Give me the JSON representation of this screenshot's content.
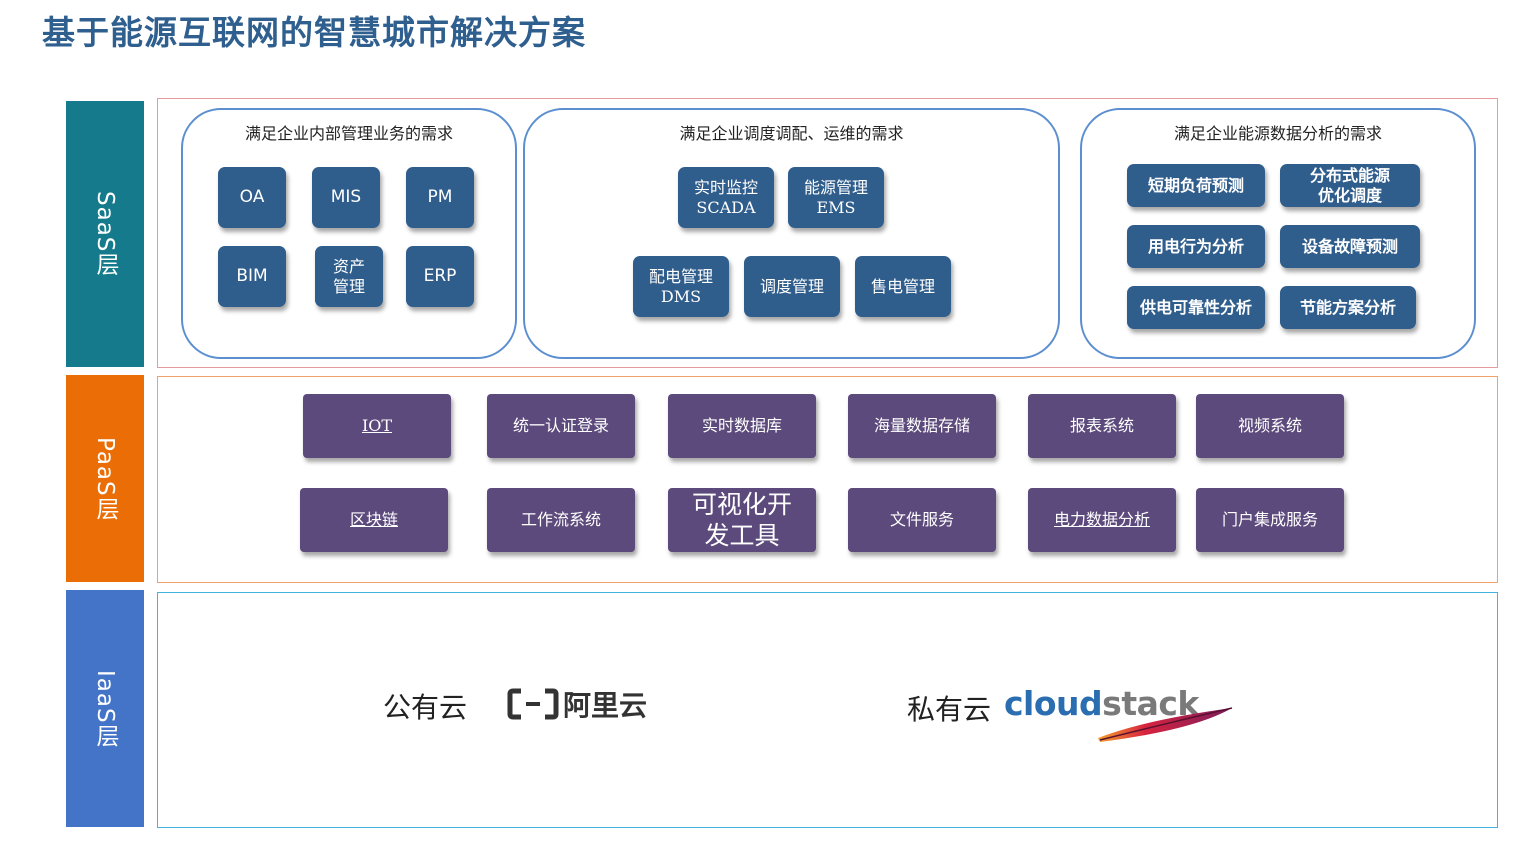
{
  "title": "基于能源互联网的智慧城市解决方案",
  "layers": {
    "saas": "SaaS层",
    "paas": "PaaS层",
    "iaas": "IaaS层"
  },
  "saas": {
    "group1": {
      "title": "满足企业内部管理业务的需求",
      "items": [
        "OA",
        "MIS",
        "PM",
        "BIM",
        "资产\n管理",
        "ERP"
      ]
    },
    "group2": {
      "title": "满足企业调度调配、运维的需求",
      "items": [
        "实时监控\nSCADA",
        "能源管理\nEMS",
        "配电管理\nDMS",
        "调度管理",
        "售电管理"
      ]
    },
    "group3": {
      "title": "满足企业能源数据分析的需求",
      "items": [
        "短期负荷预测",
        "分布式能源\n优化调度",
        "用电行为分析",
        "设备故障预测",
        "供电可靠性分析",
        "节能方案分析"
      ]
    }
  },
  "paas": {
    "row1": [
      "IOT",
      "统一认证登录",
      "实时数据库",
      "海量数据存储",
      "报表系统",
      "视频系统"
    ],
    "row2": [
      "区块链",
      "工作流系统",
      "可视化开\n发工具",
      "文件服务",
      "电力数据分析",
      "门户集成服务"
    ]
  },
  "iaas": {
    "public_label": "公有云",
    "public_logo": "阿里云",
    "private_label": "私有云",
    "private_logo_a": "cloud",
    "private_logo_b": "stack"
  },
  "colors": {
    "saas": "#147a8c",
    "paas": "#eb6d06",
    "iaas": "#4474c8",
    "saas_button": "#2f5d8c",
    "paas_button": "#5c4a7c"
  }
}
